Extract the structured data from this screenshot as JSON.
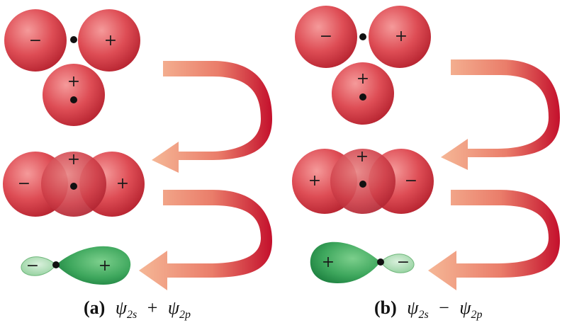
{
  "panel_a": {
    "label": "(a)",
    "formula": {
      "psi": "ψ",
      "sub1": "2s",
      "op": "+",
      "sub2": "2p"
    },
    "row1": {
      "left_sign": "−",
      "right_sign": "+",
      "bottom_sign": "+"
    },
    "row2": {
      "left_sign": "−",
      "center_sign": "+",
      "right_sign": "+"
    },
    "row3": {
      "small_lobe_sign": "−",
      "large_lobe_sign": "+"
    }
  },
  "panel_b": {
    "label": "(b)",
    "formula": {
      "psi": "ψ",
      "sub1": "2s",
      "op": "−",
      "sub2": "2p"
    },
    "row1": {
      "left_sign": "−",
      "right_sign": "+",
      "bottom_sign": "+"
    },
    "row2": {
      "left_sign": "+",
      "center_sign": "+",
      "right_sign": "−"
    },
    "row3": {
      "large_lobe_sign": "+",
      "small_lobe_sign": "−"
    }
  },
  "colors": {
    "sphere_light": "#f28a8a",
    "sphere_mid": "#dd4b52",
    "sphere_dark": "#b82433",
    "arrow_start": "#f2b08c",
    "arrow_end": "#cc0f2e",
    "lobe_light": "#9fd8a8",
    "lobe_dark": "#1f8f45"
  }
}
